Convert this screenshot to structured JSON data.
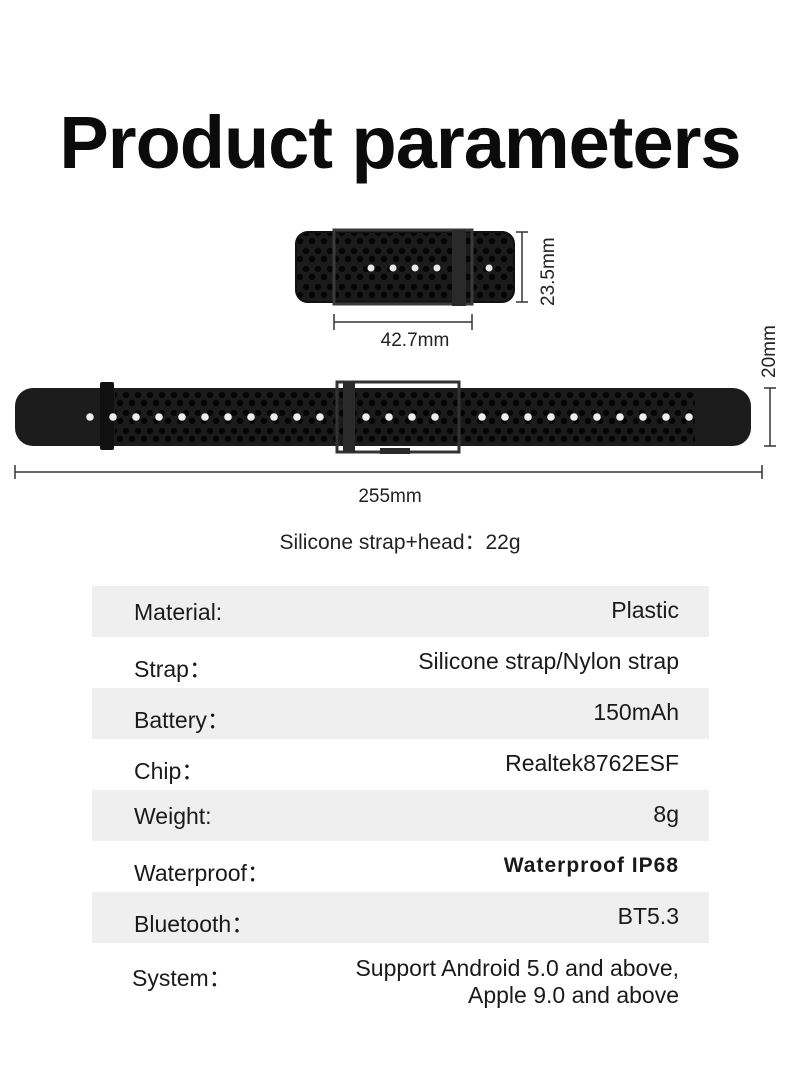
{
  "title": "Product parameters",
  "dimensions": {
    "head_height": "23.5mm",
    "head_width": "42.7mm",
    "strap_width": "20mm",
    "strap_length": "255mm"
  },
  "weight_note": "Silicone strap+head：22g",
  "params": [
    {
      "label": "Material:",
      "value": "Plastic"
    },
    {
      "label": "Strap：",
      "value": "Silicone strap/Nylon strap"
    },
    {
      "label": "Battery：",
      "value": "150mAh"
    },
    {
      "label": "Chip：",
      "value": "Realtek8762ESF"
    },
    {
      "label": "Weight:",
      "value": "8g"
    },
    {
      "label": "Waterproof：",
      "value": "Waterproof IP68"
    },
    {
      "label": "Bluetooth：",
      "value": "BT5.3"
    },
    {
      "label": "System：",
      "value_line1": "Support Android 5.0 and above,",
      "value_line2": "Apple 9.0 and above"
    }
  ],
  "colors": {
    "row_shade": "#efefef",
    "band": "#1c1c1c",
    "text": "#111111"
  }
}
